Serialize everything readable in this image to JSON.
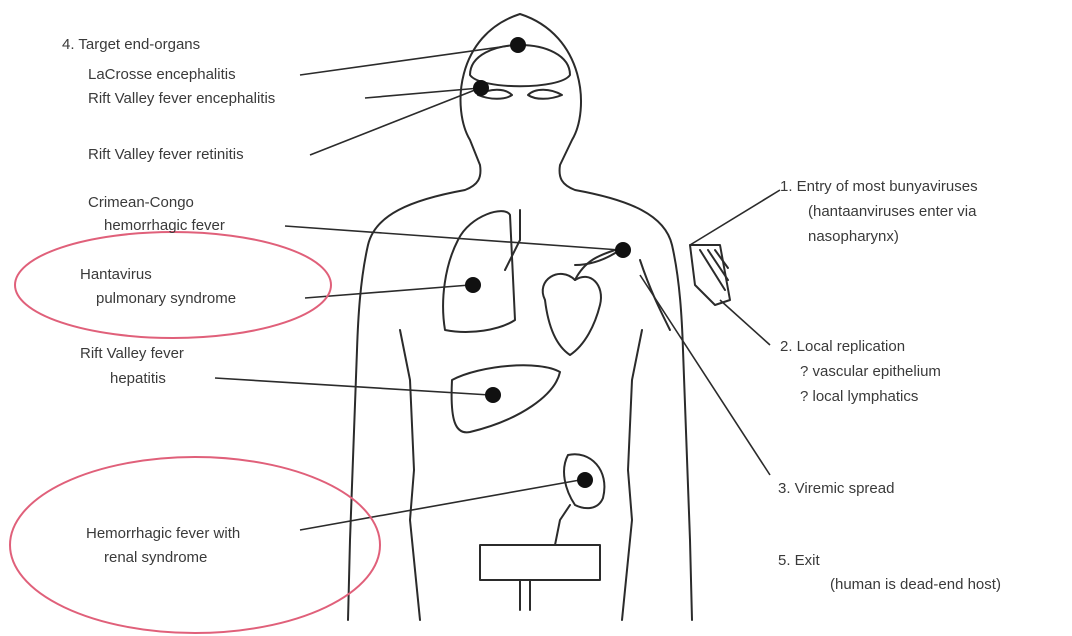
{
  "labels": {
    "target_heading": "4. Target end-organs",
    "lacrosse": "LaCrosse encephalitis",
    "rvf_encephalitis": "Rift Valley fever encephalitis",
    "rvf_retinitis": "Rift Valley fever retinitis",
    "cchf_line1": "Crimean-Congo",
    "cchf_line2": "hemorrhagic fever",
    "hps_line1": "Hantavirus",
    "hps_line2": "pulmonary syndrome",
    "rvf_hepatitis_line1": "Rift Valley fever",
    "rvf_hepatitis_line2": "hepatitis",
    "hfrs_line1": "Hemorrhagic fever with",
    "hfrs_line2": "renal syndrome",
    "entry_line1": "1. Entry of most bunyaviruses",
    "entry_line2": "(hantaanviruses enter via",
    "entry_line3": "nasopharynx)",
    "local_line1": "2. Local replication",
    "local_line2": "? vascular epithelium",
    "local_line3": "? local lymphatics",
    "viremic": "3. Viremic spread",
    "exit_line1": "5. Exit",
    "exit_line2": "(human is dead-end host)"
  },
  "colors": {
    "highlight_ellipse": "#e0607a",
    "ink": "#2b2b2b"
  },
  "highlights": [
    "Hantavirus pulmonary syndrome",
    "Hemorrhagic fever with renal syndrome"
  ]
}
